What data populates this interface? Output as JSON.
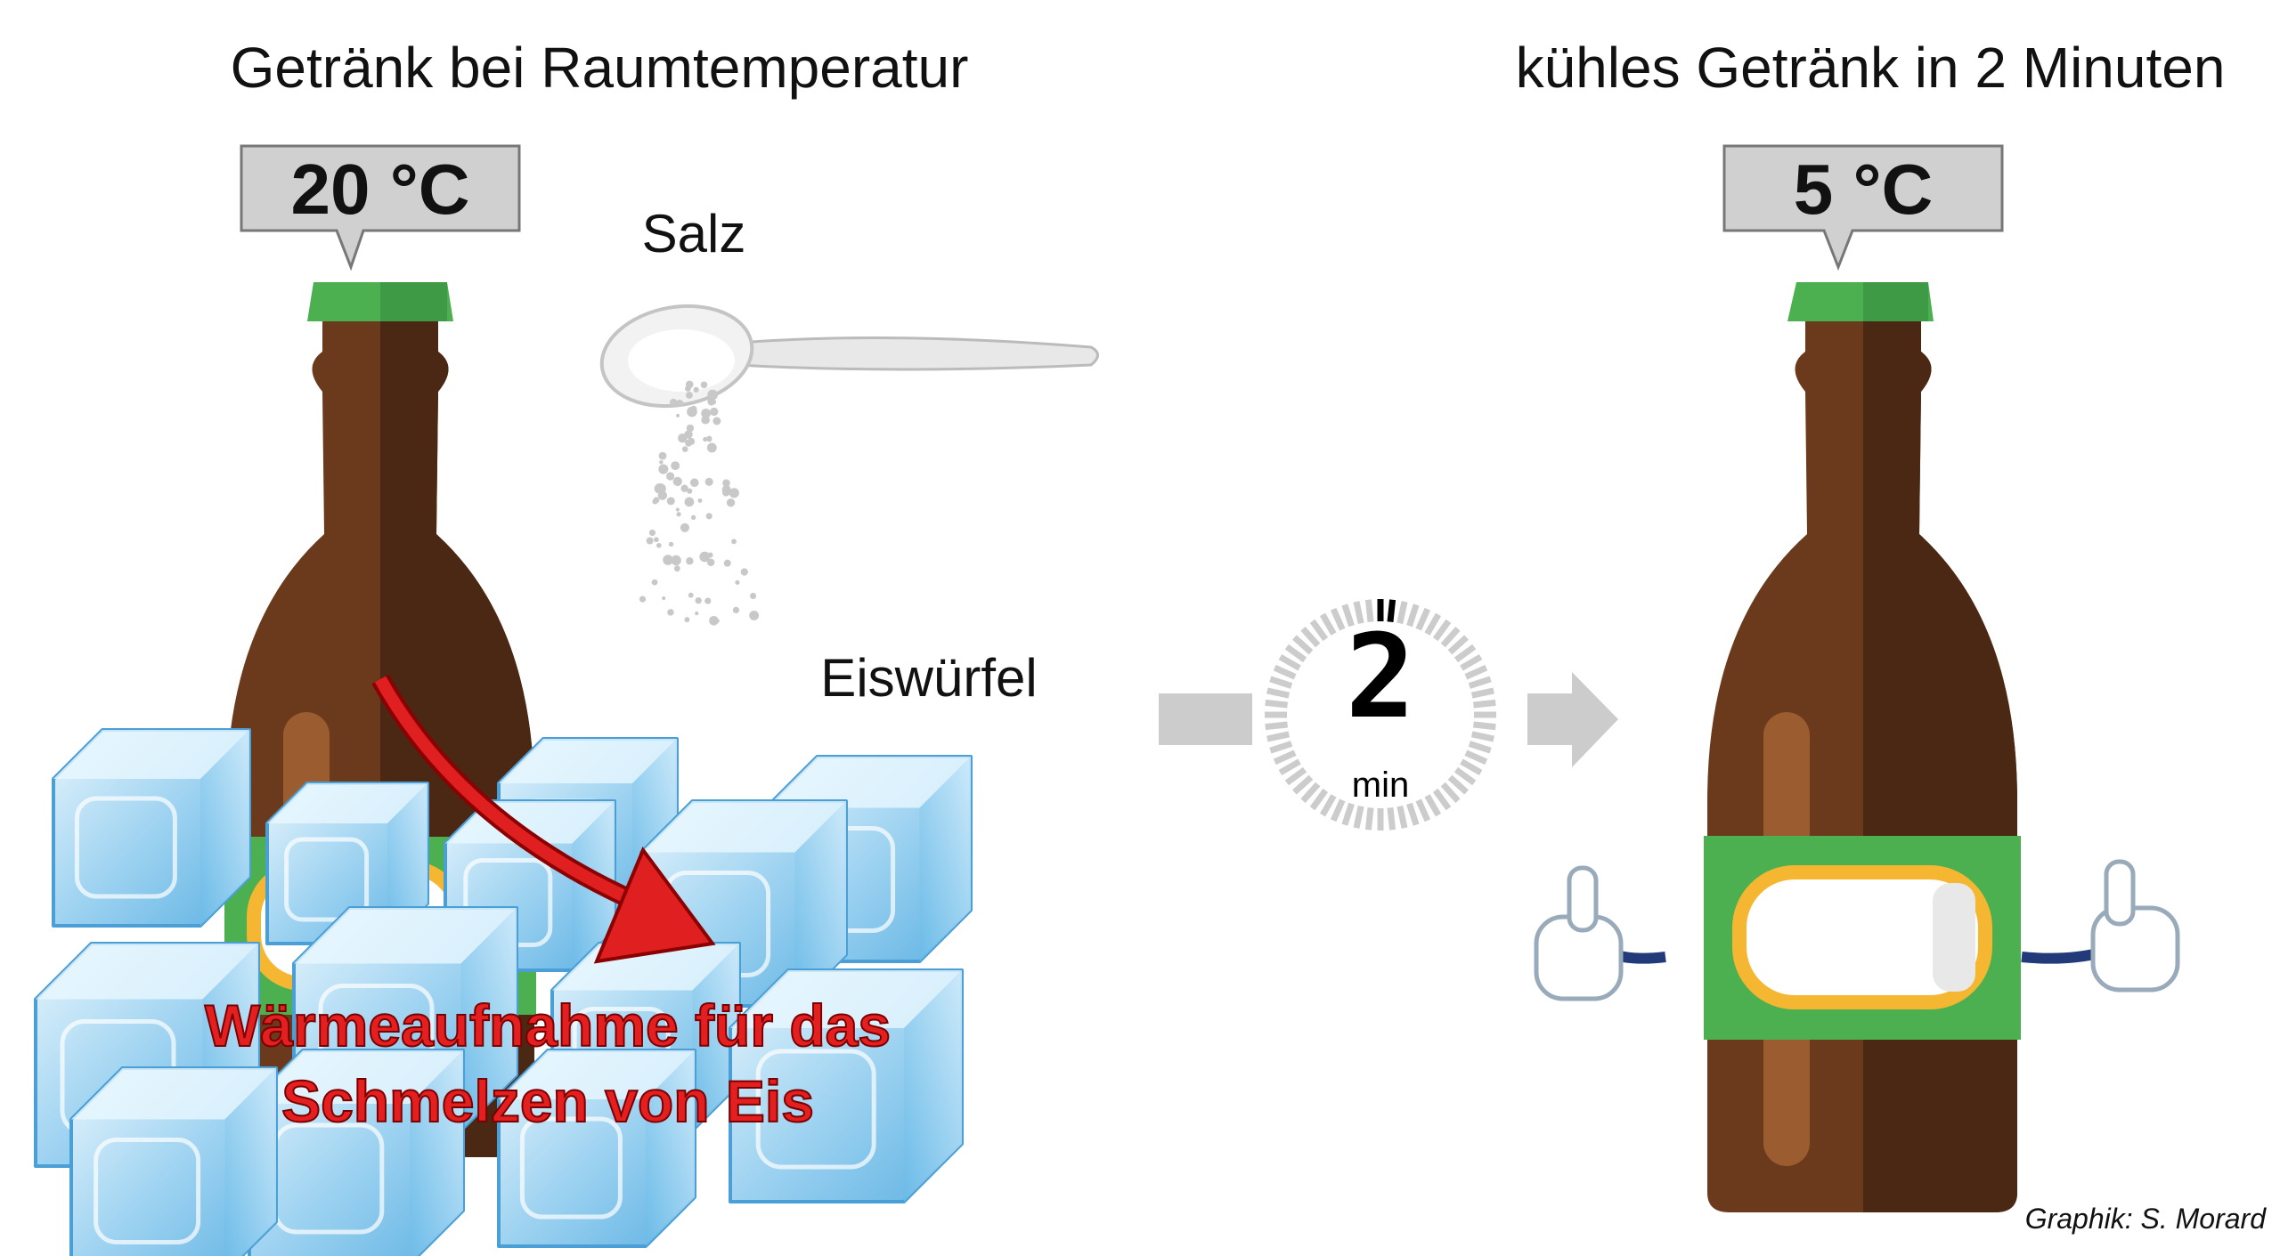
{
  "titles": {
    "left": "Getränk bei Raumtemperatur",
    "right": "kühles Getränk in 2 Minuten"
  },
  "temperatures": {
    "before": "20 °C",
    "after": "5 °C"
  },
  "labels": {
    "salt": "Salz",
    "ice": "Eiswürfel",
    "heat_line1": "Wärmeaufnahme für das",
    "heat_line2": "Schmelzen von Eis"
  },
  "timer": {
    "value": "2",
    "unit": "min"
  },
  "credit": "Graphik: S. Morard",
  "colors": {
    "bottle_light": "#6b3a1c",
    "bottle_dark": "#4a2813",
    "cap": "#4caf50",
    "label_band": "#4caf50",
    "label_ring": "#f5b731",
    "arrow_red": "#e02020",
    "gray": "#cccccc",
    "ice": "#a9d7f2"
  }
}
